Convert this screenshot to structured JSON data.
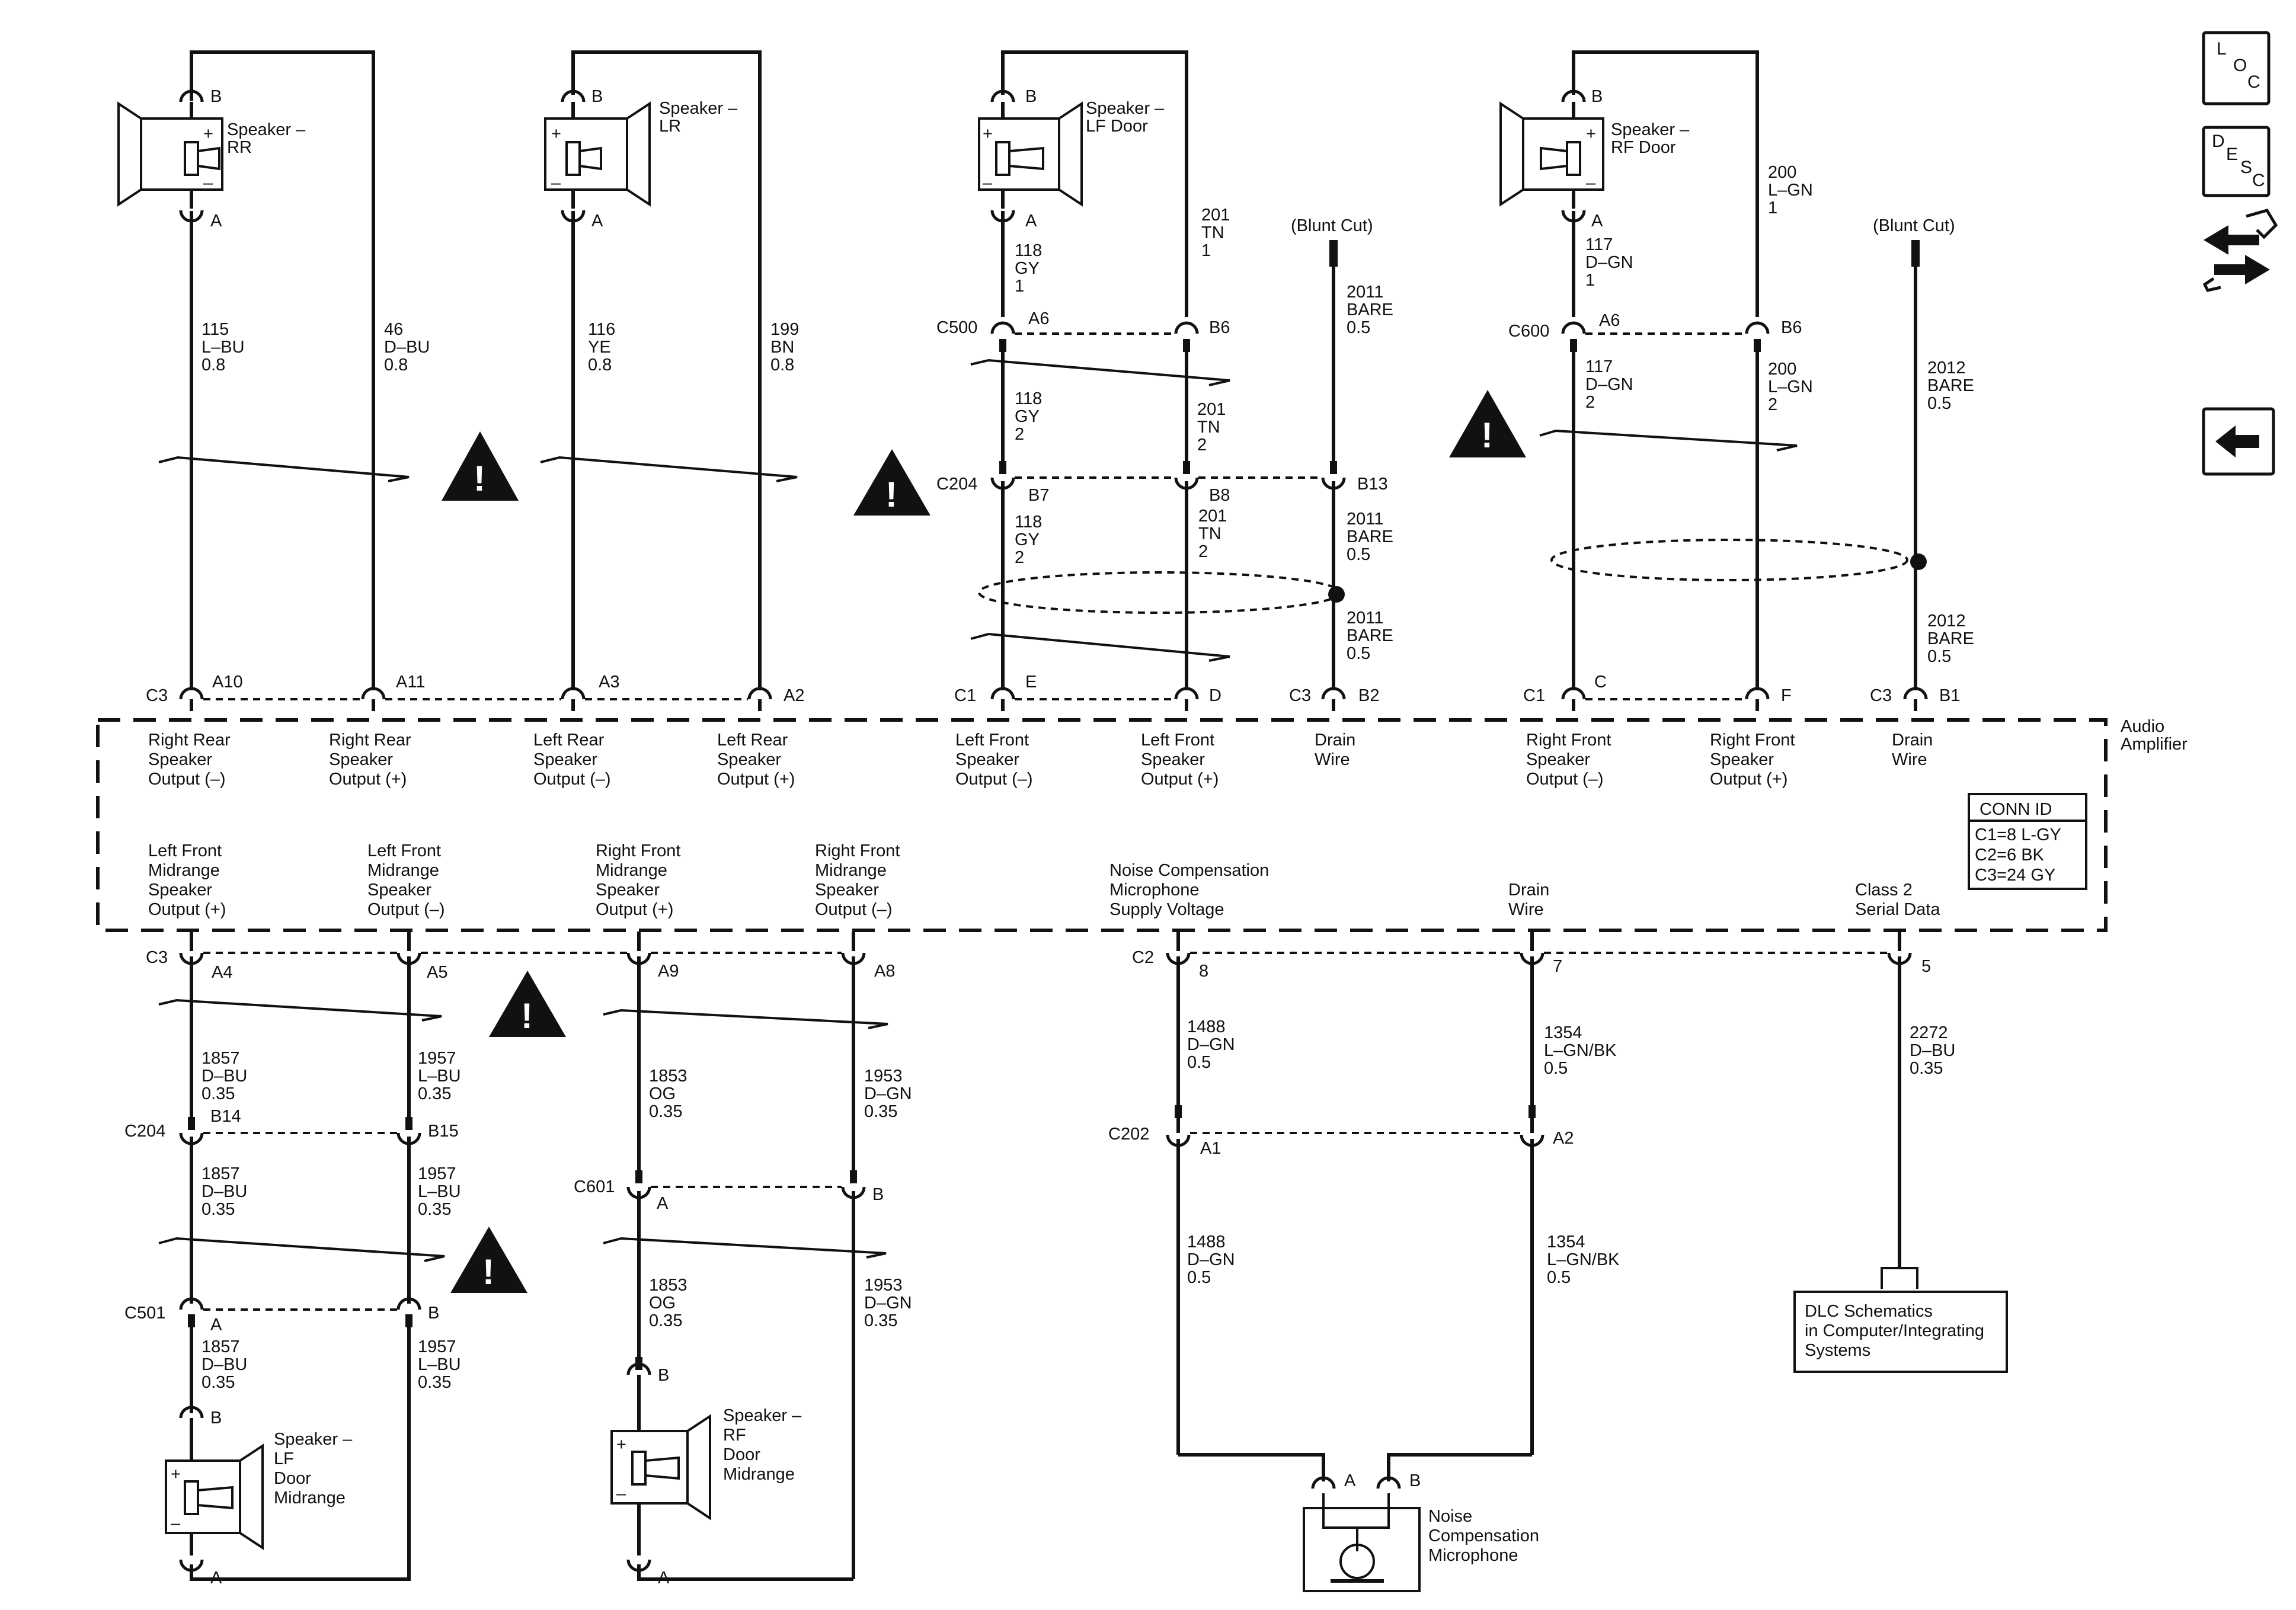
{
  "amplifier": {
    "label_line1": "Audio",
    "label_line2": "Amplifier",
    "conn_id": {
      "title": "CONN ID",
      "rows": [
        "C1=8 L-GY",
        "C2=6 BK",
        "C3=24 GY"
      ]
    }
  },
  "top_outputs": [
    [
      "Right Rear",
      "Speaker",
      "Output (–)"
    ],
    [
      "Right Rear",
      "Speaker",
      "Output (+)"
    ],
    [
      "Left Rear",
      "Speaker",
      "Output (–)"
    ],
    [
      "Left Rear",
      "Speaker",
      "Output (+)"
    ],
    [
      "Left Front",
      "Speaker",
      "Output (–)"
    ],
    [
      "Left Front",
      "Speaker",
      "Output (+)"
    ],
    [
      "Drain",
      "Wire"
    ],
    [
      "Right Front",
      "Speaker",
      "Output (–)"
    ],
    [
      "Right Front",
      "Speaker",
      "Output (+)"
    ],
    [
      "Drain",
      "Wire"
    ]
  ],
  "bottom_outputs": [
    [
      "Left Front",
      "Midrange",
      "Speaker",
      "Output (+)"
    ],
    [
      "Left Front",
      "Midrange",
      "Speaker",
      "Output (–)"
    ],
    [
      "Right Front",
      "Midrange",
      "Speaker",
      "Output (+)"
    ],
    [
      "Right Front",
      "Midrange",
      "Speaker",
      "Output (–)"
    ],
    [
      "Noise Compensation",
      "Microphone",
      "Supply Voltage"
    ],
    [
      "Drain",
      "Wire"
    ],
    [
      "Class 2",
      "Serial Data"
    ]
  ],
  "top_pins": [
    {
      "conn": "C3",
      "pin": "A10"
    },
    {
      "conn": "",
      "pin": "A11"
    },
    {
      "conn": "",
      "pin": "A3"
    },
    {
      "conn": "",
      "pin": "A2"
    },
    {
      "conn": "C1",
      "pin": "E"
    },
    {
      "conn": "",
      "pin": "D"
    },
    {
      "conn": "C3",
      "pin": "B2"
    },
    {
      "conn": "C1",
      "pin": "C"
    },
    {
      "conn": "",
      "pin": "F"
    },
    {
      "conn": "C3",
      "pin": "B1"
    }
  ],
  "bottom_pins": [
    {
      "conn": "C3",
      "pin": "A4"
    },
    {
      "conn": "",
      "pin": "A5"
    },
    {
      "conn": "",
      "pin": "A9"
    },
    {
      "conn": "",
      "pin": "A8"
    },
    {
      "conn": "C2",
      "pin": "8"
    },
    {
      "conn": "",
      "pin": "7"
    },
    {
      "conn": "",
      "pin": "5"
    }
  ],
  "speakers": {
    "rr": [
      "Speaker –",
      "RR"
    ],
    "lr": [
      "Speaker –",
      "LR"
    ],
    "lf_door": [
      "Speaker –",
      "LF Door"
    ],
    "rf_door": [
      "Speaker –",
      "RF Door"
    ],
    "lf_mid": [
      "Speaker –",
      "LF",
      "Door",
      "Midrange"
    ],
    "rf_mid": [
      "Speaker –",
      "RF",
      "Door",
      "Midrange"
    ],
    "speaker_pin_b": "B",
    "speaker_pin_a": "A",
    "polarity_plus": "+",
    "polarity_minus": "–"
  },
  "microphone": {
    "label": [
      "Noise",
      "Compensation",
      "Microphone"
    ],
    "pin_a": "A",
    "pin_b": "B"
  },
  "wires": {
    "w115": [
      "115",
      "L–BU",
      "0.8"
    ],
    "w46": [
      "46",
      "D–BU",
      "0.8"
    ],
    "w116": [
      "116",
      "YE",
      "0.8"
    ],
    "w199": [
      "199",
      "BN",
      "0.8"
    ],
    "w118_1": [
      "118",
      "GY",
      "1"
    ],
    "w118_2a": [
      "118",
      "GY",
      "2"
    ],
    "w118_2b": [
      "118",
      "GY",
      "2"
    ],
    "w201_1": [
      "201",
      "TN",
      "1"
    ],
    "w201_2a": [
      "201",
      "TN",
      "2"
    ],
    "w201_2b": [
      "201",
      "TN",
      "2"
    ],
    "w2011a": [
      "2011",
      "BARE",
      "0.5"
    ],
    "w2011b": [
      "2011",
      "BARE",
      "0.5"
    ],
    "w2011c": [
      "2011",
      "BARE",
      "0.5"
    ],
    "w117_1": [
      "117",
      "D–GN",
      "1"
    ],
    "w117_2": [
      "117",
      "D–GN",
      "2"
    ],
    "w200_1": [
      "200",
      "L–GN",
      "1"
    ],
    "w200_2": [
      "200",
      "L–GN",
      "2"
    ],
    "w2012a": [
      "2012",
      "BARE",
      "0.5"
    ],
    "w2012b": [
      "2012",
      "BARE",
      "0.5"
    ],
    "w1857a": [
      "1857",
      "D–BU",
      "0.35"
    ],
    "w1857b": [
      "1857",
      "D–BU",
      "0.35"
    ],
    "w1857c": [
      "1857",
      "D–BU",
      "0.35"
    ],
    "w1957a": [
      "1957",
      "L–BU",
      "0.35"
    ],
    "w1957b": [
      "1957",
      "L–BU",
      "0.35"
    ],
    "w1957c": [
      "1957",
      "L–BU",
      "0.35"
    ],
    "w1853a": [
      "1853",
      "OG",
      "0.35"
    ],
    "w1853b": [
      "1853",
      "OG",
      "0.35"
    ],
    "w1953a": [
      "1953",
      "D–GN",
      "0.35"
    ],
    "w1953b": [
      "1953",
      "D–GN",
      "0.35"
    ],
    "w1488a": [
      "1488",
      "D–GN",
      "0.5"
    ],
    "w1488b": [
      "1488",
      "D–GN",
      "0.5"
    ],
    "w1354a": [
      "1354",
      "L–GN/BK",
      "0.5"
    ],
    "w1354b": [
      "1354",
      "L–GN/BK",
      "0.5"
    ],
    "w2272": [
      "2272",
      "D–BU",
      "0.35"
    ]
  },
  "inline_connectors": {
    "c500": {
      "name": "C500",
      "pin_left": "A6",
      "pin_right": "B6"
    },
    "c204_top": {
      "name": "C204",
      "pin_left": "B7",
      "pin_mid": "B8",
      "pin_right": "B13"
    },
    "c600": {
      "name": "C600",
      "pin_left": "A6",
      "pin_right": "B6"
    },
    "c204_bot": {
      "name": "C204",
      "pin_left": "B14",
      "pin_right": "B15"
    },
    "c501": {
      "name": "C501",
      "pin_left": "A",
      "pin_right": "B"
    },
    "c601": {
      "name": "C601",
      "pin_left": "A",
      "pin_right": "B"
    },
    "c202": {
      "name": "C202",
      "pin_left": "A1",
      "pin_right": "A2"
    }
  },
  "blunt_cut": "(Blunt Cut)",
  "dlc": [
    "DLC Schematics",
    "in Computer/Integrating",
    "Systems"
  ],
  "nav": {
    "loc": [
      "L",
      "O",
      "C"
    ],
    "desc": [
      "D",
      "E",
      "S",
      "C"
    ]
  },
  "warning_glyph": "!"
}
